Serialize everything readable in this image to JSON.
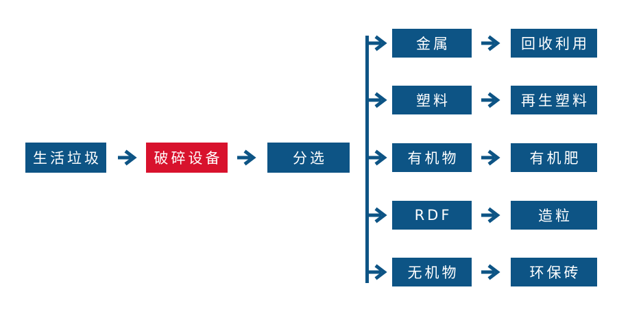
{
  "diagram": {
    "background": "#FFFFFF",
    "colors": {
      "node_blue": "#0D5485",
      "node_red": "#D8122D",
      "connector_blue": "#0D5485",
      "label_text": "#FFFFFF"
    },
    "main_flow": {
      "input": "生活垃圾",
      "process": "破碎设备",
      "sorter": "分选"
    },
    "branches": [
      {
        "material": "金属",
        "outcome": "回收利用"
      },
      {
        "material": "塑料",
        "outcome": "再生塑料"
      },
      {
        "material": "有机物",
        "outcome": "有机肥"
      },
      {
        "material": "RDF",
        "outcome": "造粒"
      },
      {
        "material": "无机物",
        "outcome": "环保砖"
      }
    ]
  }
}
